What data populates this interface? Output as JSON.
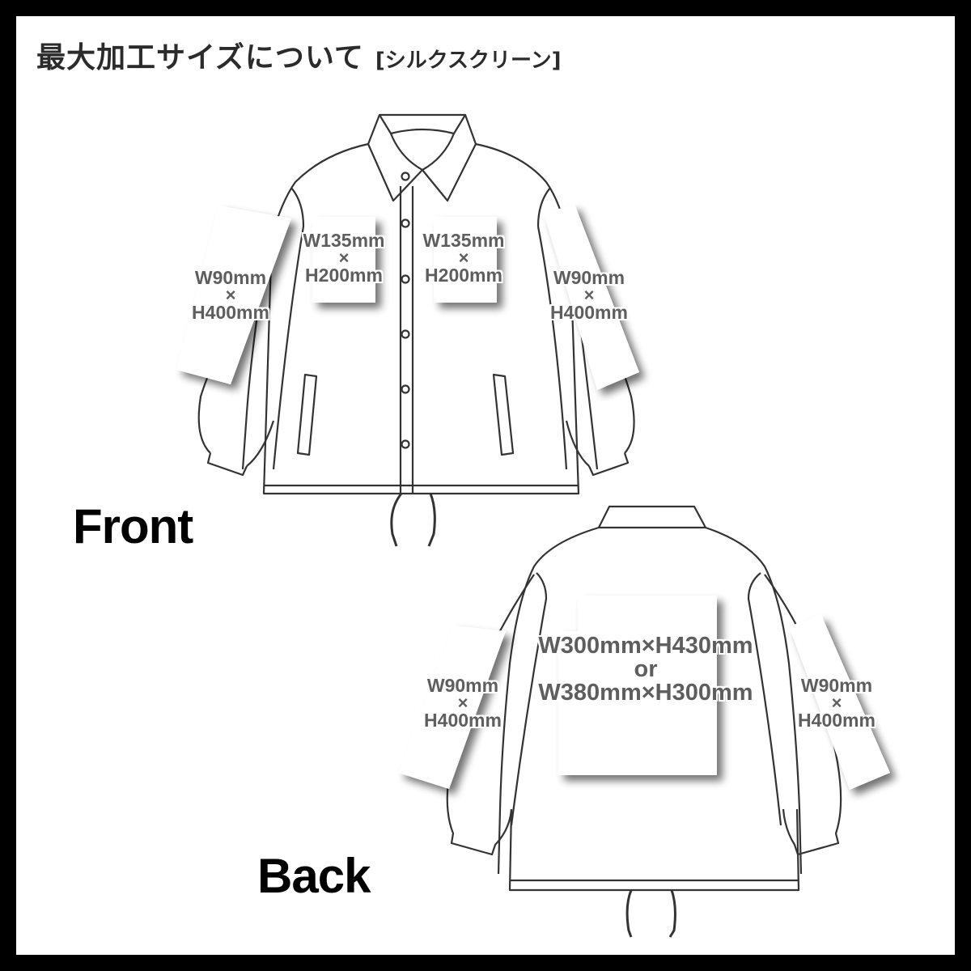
{
  "title": {
    "main": "最大加工サイズについて",
    "method": "[シルクスクリーン]"
  },
  "views": {
    "front": {
      "label": "Front",
      "areas": {
        "left_sleeve": {
          "width": "W90mm",
          "times": "×",
          "height": "H400mm"
        },
        "left_chest": {
          "width": "W135mm",
          "times": "×",
          "height": "H200mm"
        },
        "right_chest": {
          "width": "W135mm",
          "times": "×",
          "height": "H200mm"
        },
        "right_sleeve": {
          "width": "W90mm",
          "times": "×",
          "height": "H400mm"
        }
      }
    },
    "back": {
      "label": "Back",
      "areas": {
        "left_sleeve": {
          "width": "W90mm",
          "times": "×",
          "height": "H400mm"
        },
        "center_back": {
          "option1": "W300mm×H430mm",
          "or": "or",
          "option2": "W380mm×H300mm"
        },
        "right_sleeve": {
          "width": "W90mm",
          "times": "×",
          "height": "H400mm"
        }
      }
    }
  },
  "colors": {
    "frame": "#000000",
    "background": "#ffffff",
    "outline": "#333333",
    "dimension_text": "#5e5e5e",
    "title_text": "#2b2b2b"
  }
}
